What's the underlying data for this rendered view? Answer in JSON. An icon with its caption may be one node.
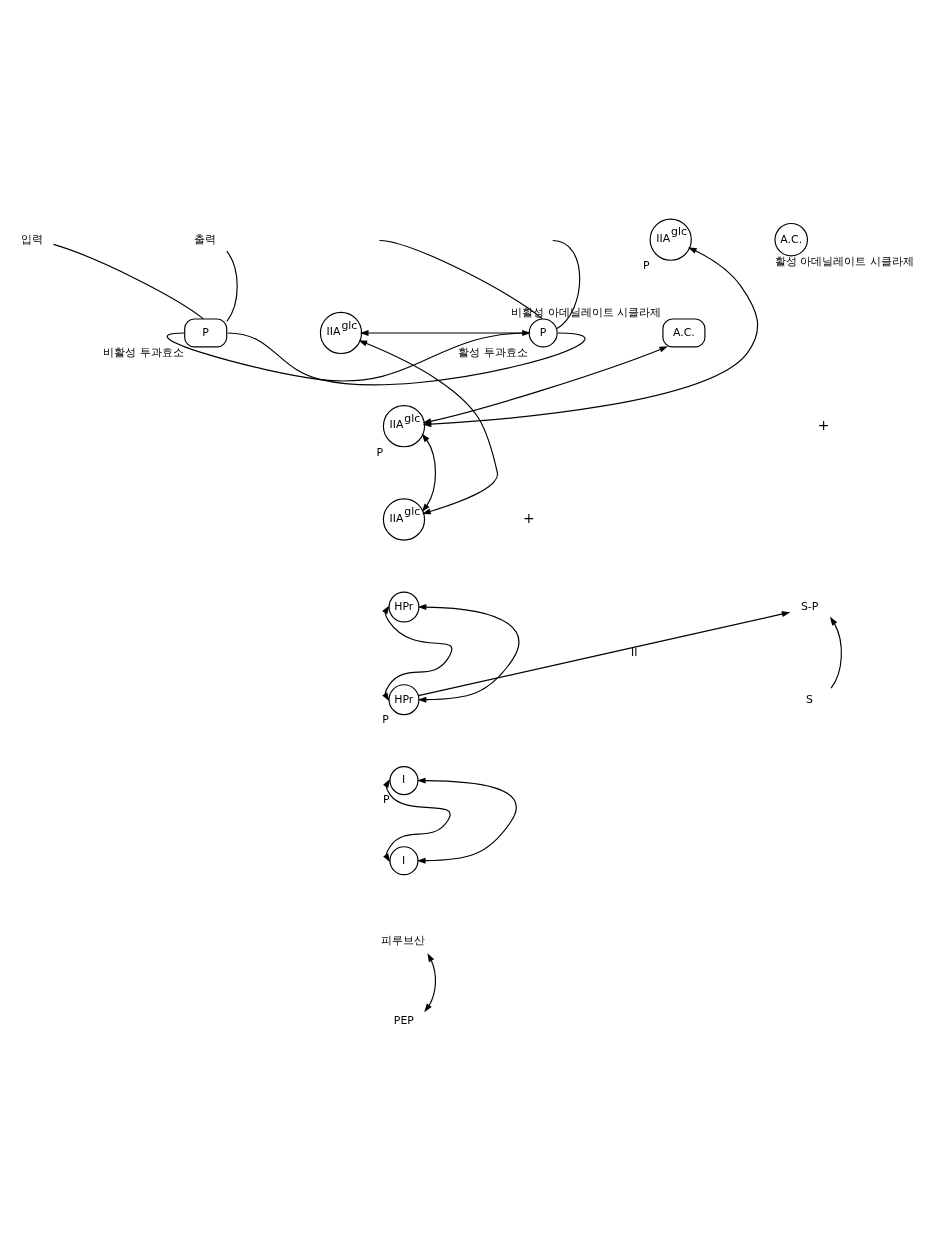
{
  "diagram": {
    "nodes": [
      {
        "text": [
          "PEP"
        ]
      },
      {
        "text": [
          "피루브산"
        ]
      },
      {
        "text": [
          "I"
        ]
      },
      {
        "text": [
          "I"
        ],
        "beside": [
          "P"
        ]
      },
      {
        "text": [
          "HPr"
        ],
        "beside": [
          "P"
        ]
      },
      {
        "text": [
          "HPr"
        ]
      },
      {
        "text": [
          "IIA$^{glc}$"
        ]
      },
      {
        "text": [
          "IIA$^{glc}$"
        ],
        "beside": [
          "P"
        ]
      },
      {
        "text": [
          "입력"
        ]
      },
      {
        "text": [
          "출력"
        ]
      },
      {
        "text": [
          "P"
        ],
        "beside": [
          "비활성 투과효소"
        ]
      },
      {
        "text": [
          "IIA$^{glc}$"
        ]
      },
      {
        "text": [
          "P"
        ],
        "beside": [
          "활성 투과효소"
        ]
      },
      {
        "text": [
          "A.C."
        ],
        "beside": [
          "비활성 아데닐레이트 시클라제"
        ]
      },
      {
        "text": [
          "IIA$^{glc}$"
        ],
        "beside": [
          "P"
        ]
      },
      {
        "text": [
          "A.C."
        ],
        "beside": [
          "활성 아데닐레이트 시클라제"
        ]
      },
      {
        "text": [
          "S"
        ]
      },
      {
        "text": [
          "S-P"
        ]
      }
    ],
    "edges": [
      {
        "from": 0,
        "to": 1,
        "arrow": "both"
      },
      {
        "from": 2,
        "to": 3,
        "arrow": "both"
      },
      {
        "from": 2,
        "to": 3,
        "arrow": "both"
      },
      {
        "from": 4,
        "to": 5,
        "arrow": "both"
      },
      {
        "from": 4,
        "to": 5,
        "arrow": "both"
      },
      {
        "from": 6,
        "to": 7,
        "arrow": "both"
      },
      {
        "from": 11,
        "to": 12,
        "arrow": "both"
      },
      {
        "from": 11,
        "to": 6,
        "arrow": "both"
      },
      {
        "from": 13,
        "to": 7,
        "arrow": "both"
      },
      {
        "from": 7,
        "to": 14,
        "arrow": "both"
      },
      {
        "from": 8,
        "to": 10,
        "arrow": "none"
      },
      {
        "from": 9,
        "to": 10,
        "arrow": "none"
      },
      {
        "from": 10,
        "to": 12,
        "arrow": "none"
      },
      {
        "from": 10,
        "to": 12,
        "arrow": "none"
      },
      {
        "from": 12,
        "to": null,
        "arrow": "none"
      },
      {
        "from": 12,
        "to": null,
        "arrow": "none"
      },
      {
        "from": 4,
        "to": 17,
        "arrow": "to",
        "label": "II"
      },
      {
        "from": 16,
        "to": 17,
        "arrow": "to"
      }
    ],
    "labels": [
      "+",
      "+"
    ]
  }
}
